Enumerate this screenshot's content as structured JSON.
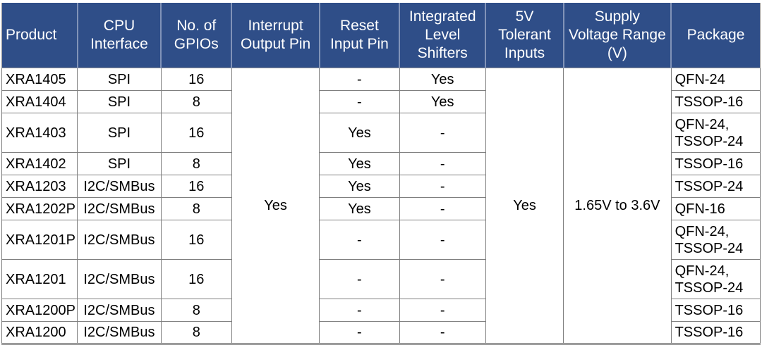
{
  "colors": {
    "header_bg": "#2F4E88",
    "header_text": "#FFFFFF",
    "header_separator": "#8193B8",
    "grid_line": "#7F7F7F",
    "outer_border": "#9A9A9A",
    "body_text": "#000000",
    "body_bg": "#FFFFFF"
  },
  "table": {
    "headers": [
      {
        "id": "product",
        "label": "Product"
      },
      {
        "id": "cpu_interface",
        "label": "CPU\nInterface"
      },
      {
        "id": "gpios",
        "label": "No. of\nGPIOs"
      },
      {
        "id": "interrupt_output",
        "label": "Interrupt\nOutput Pin"
      },
      {
        "id": "reset_input",
        "label": "Reset\nInput Pin"
      },
      {
        "id": "level_shifters",
        "label": "Integrated\nLevel\nShifters"
      },
      {
        "id": "five_v_tolerant",
        "label": "5V\nTolerant\nInputs"
      },
      {
        "id": "supply_voltage",
        "label": "Supply\nVoltage Range\n(V)"
      },
      {
        "id": "package",
        "label": "Package"
      }
    ],
    "merged": {
      "interrupt_output_pin": "Yes",
      "five_v_tolerant_inputs": "Yes",
      "supply_voltage_range": "1.65V to 3.6V"
    },
    "rows": [
      {
        "product": "XRA1405",
        "cpu_interface": "SPI",
        "gpios": "16",
        "reset_input_pin": "-",
        "level_shifters": "Yes",
        "package": "QFN-24"
      },
      {
        "product": "XRA1404",
        "cpu_interface": "SPI",
        "gpios": "8",
        "reset_input_pin": "-",
        "level_shifters": "Yes",
        "package": "TSSOP-16"
      },
      {
        "product": "XRA1403",
        "cpu_interface": "SPI",
        "gpios": "16",
        "reset_input_pin": "Yes",
        "level_shifters": "-",
        "package": "QFN-24,\nTSSOP-24"
      },
      {
        "product": "XRA1402",
        "cpu_interface": "SPI",
        "gpios": "8",
        "reset_input_pin": "Yes",
        "level_shifters": "-",
        "package": "TSSOP-16"
      },
      {
        "product": "XRA1203",
        "cpu_interface": "I2C/SMBus",
        "gpios": "16",
        "reset_input_pin": "Yes",
        "level_shifters": "-",
        "package": "TSSOP-24"
      },
      {
        "product": "XRA1202P",
        "cpu_interface": "I2C/SMBus",
        "gpios": "8",
        "reset_input_pin": "Yes",
        "level_shifters": "-",
        "package": "QFN-16"
      },
      {
        "product": "XRA1201P",
        "cpu_interface": "I2C/SMBus",
        "gpios": "16",
        "reset_input_pin": "-",
        "level_shifters": "-",
        "package": "QFN-24,\nTSSOP-24"
      },
      {
        "product": "XRA1201",
        "cpu_interface": "I2C/SMBus",
        "gpios": "16",
        "reset_input_pin": "-",
        "level_shifters": "-",
        "package": "QFN-24,\nTSSOP-24"
      },
      {
        "product": "XRA1200P",
        "cpu_interface": "I2C/SMBus",
        "gpios": "8",
        "reset_input_pin": "-",
        "level_shifters": "-",
        "package": "TSSOP-16"
      },
      {
        "product": "XRA1200",
        "cpu_interface": "I2C/SMBus",
        "gpios": "8",
        "reset_input_pin": "-",
        "level_shifters": "-",
        "package": "TSSOP-16"
      }
    ]
  },
  "chart_data": {
    "type": "table",
    "title": "",
    "columns": [
      "Product",
      "CPU Interface",
      "No. of GPIOs",
      "Interrupt Output Pin",
      "Reset Input Pin",
      "Integrated Level Shifters",
      "5V Tolerant Inputs",
      "Supply Voltage Range (V)",
      "Package"
    ],
    "rows": [
      [
        "XRA1405",
        "SPI",
        16,
        "Yes",
        "-",
        "Yes",
        "Yes",
        "1.65V to 3.6V",
        "QFN-24"
      ],
      [
        "XRA1404",
        "SPI",
        8,
        "Yes",
        "-",
        "Yes",
        "Yes",
        "1.65V to 3.6V",
        "TSSOP-16"
      ],
      [
        "XRA1403",
        "SPI",
        16,
        "Yes",
        "Yes",
        "-",
        "Yes",
        "1.65V to 3.6V",
        "QFN-24, TSSOP-24"
      ],
      [
        "XRA1402",
        "SPI",
        8,
        "Yes",
        "Yes",
        "-",
        "Yes",
        "1.65V to 3.6V",
        "TSSOP-16"
      ],
      [
        "XRA1203",
        "I2C/SMBus",
        16,
        "Yes",
        "Yes",
        "-",
        "Yes",
        "1.65V to 3.6V",
        "TSSOP-24"
      ],
      [
        "XRA1202P",
        "I2C/SMBus",
        8,
        "Yes",
        "Yes",
        "-",
        "Yes",
        "1.65V to 3.6V",
        "QFN-16"
      ],
      [
        "XRA1201P",
        "I2C/SMBus",
        16,
        "Yes",
        "-",
        "-",
        "Yes",
        "1.65V to 3.6V",
        "QFN-24, TSSOP-24"
      ],
      [
        "XRA1201",
        "I2C/SMBus",
        16,
        "Yes",
        "-",
        "-",
        "Yes",
        "1.65V to 3.6V",
        "QFN-24, TSSOP-24"
      ],
      [
        "XRA1200P",
        "I2C/SMBus",
        8,
        "Yes",
        "-",
        "-",
        "Yes",
        "1.65V to 3.6V",
        "TSSOP-16"
      ],
      [
        "XRA1200",
        "I2C/SMBus",
        8,
        "Yes",
        "-",
        "-",
        "Yes",
        "1.65V to 3.6V",
        "TSSOP-16"
      ]
    ],
    "merged_columns": {
      "Interrupt Output Pin": "Yes (all rows, single merged cell)",
      "5V Tolerant Inputs": "Yes (all rows, single merged cell)",
      "Supply Voltage Range (V)": "1.65V to 3.6V (all rows, single merged cell)"
    },
    "legend_position": "none",
    "grid": true
  }
}
